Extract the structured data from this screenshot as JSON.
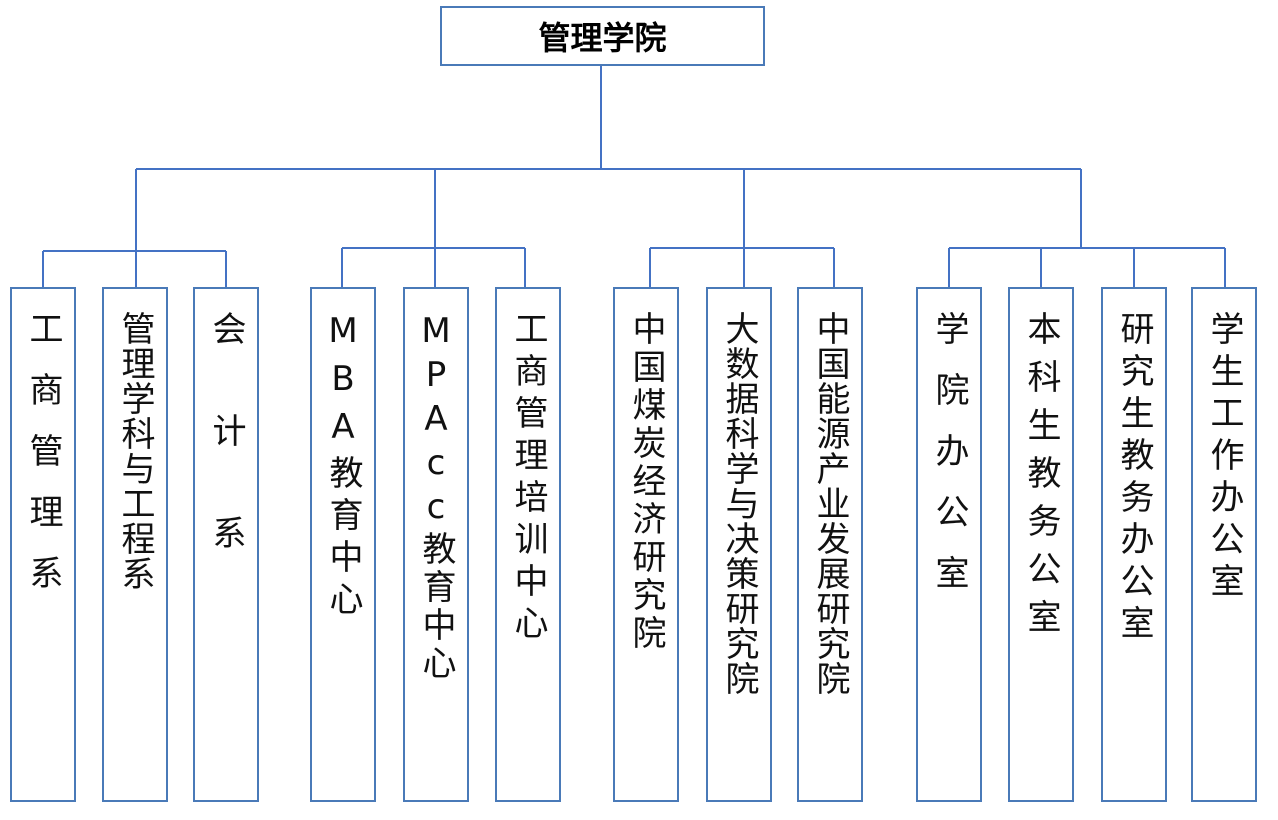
{
  "root": {
    "label": "管理学院"
  },
  "groups": [
    {
      "units": [
        {
          "label": "工商管理系"
        },
        {
          "label": "管理学科与工程系"
        },
        {
          "label": "会 计 系"
        }
      ]
    },
    {
      "units": [
        {
          "label": "MBA教育中心"
        },
        {
          "label": "MPAcc教育中心"
        },
        {
          "label": "工商管理培训中心"
        }
      ]
    },
    {
      "units": [
        {
          "label": "中国煤炭经济研究院"
        },
        {
          "label": "大数据科学与决策研究院"
        },
        {
          "label": "中国能源产业发展研究院"
        }
      ]
    },
    {
      "units": [
        {
          "label": "学院办公室"
        },
        {
          "label": "本科生教务公室"
        },
        {
          "label": "研究生教务办公室"
        },
        {
          "label": "学生工作办公室"
        }
      ]
    }
  ],
  "colors": {
    "connector": "#4472c4",
    "box_border": "#4a7ab8"
  }
}
